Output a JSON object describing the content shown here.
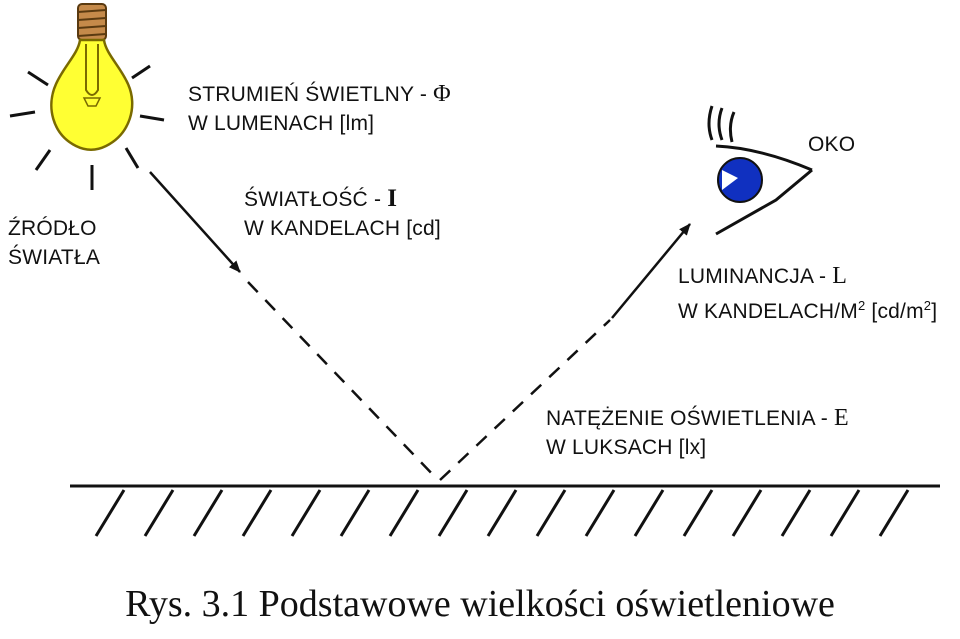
{
  "source": {
    "name_line1": "ŹRÓDŁO",
    "name_line2": "ŚWIATŁA"
  },
  "flux": {
    "line1_text": "STRUMIEŃ ŚWIETLNY - ",
    "line1_symbol": "Φ",
    "line2": "W LUMENACH [lm]"
  },
  "intensity": {
    "line1_text": "ŚWIATŁOŚĆ - ",
    "line1_symbol": "I",
    "line2": "W KANDELACH [cd]"
  },
  "eye": {
    "label": "OKO"
  },
  "luminance": {
    "line1_text": "LUMINANCJA  - ",
    "line1_symbol": "L",
    "line2_text": "W KANDELACH/M",
    "line2_sup": "2",
    "line2_unit_text": " [cd/m",
    "line2_unit_sup": "2",
    "line2_unit_close": "]"
  },
  "illuminance": {
    "line1_text": "NATĘŻENIE OŚWIETLENIA - ",
    "line1_symbol": "E",
    "line2": "W LUKSACH [lx]"
  },
  "caption": "Rys. 3.1 Podstawowe wielkości oświetleniowe",
  "colors": {
    "bulb_fill": "#ffff33",
    "bulb_outline": "#7a6a00",
    "base_fill": "#c58a4a",
    "iris": "#1030c0",
    "line": "#111111"
  }
}
